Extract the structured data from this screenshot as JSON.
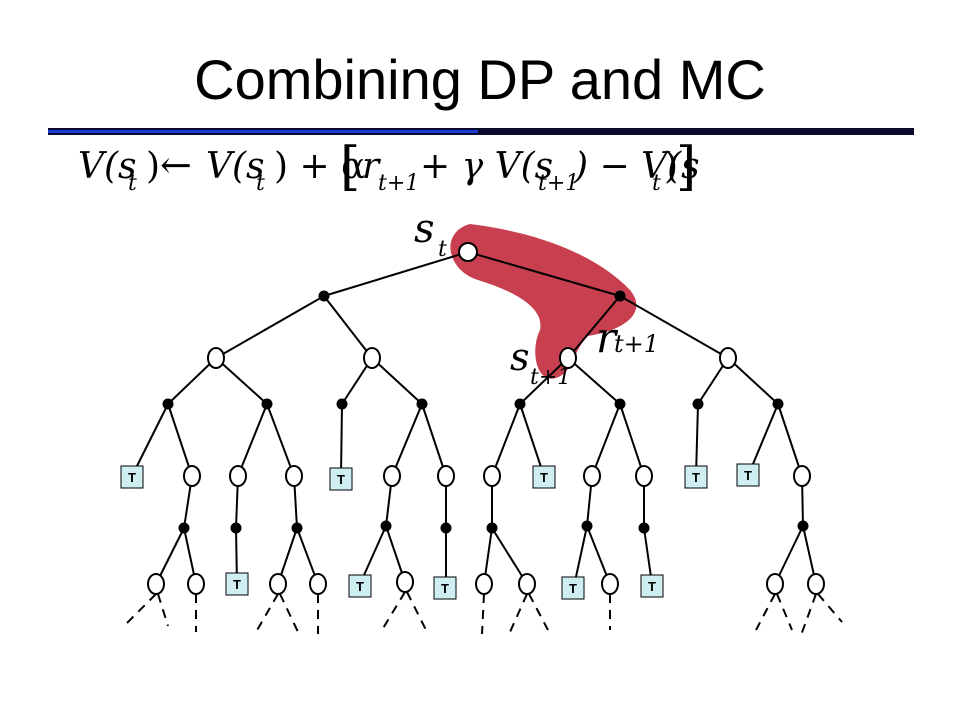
{
  "slide": {
    "title": "Combining DP and MC"
  },
  "formula": {
    "lhs": "V(s",
    "lhs_sub": "t",
    "lhs_close": ")",
    "arrow": "←",
    "rhs1": "V(s",
    "rhs1_sub": "t",
    "rhs1_close": ") + α",
    "open_bracket": "[",
    "r": "r",
    "r_sub": "t+1",
    "plus_gamma": "+ γ V(s",
    "s_sub": "t+1",
    "minus": ") − V(s",
    "last_sub": "t",
    "last_close": ")",
    "close_bracket": "]"
  },
  "labels": {
    "root_s": "s",
    "root_sub": "t",
    "reward_r": "r",
    "reward_sub": "t+1",
    "next_s": "s",
    "next_sub": "t+1",
    "terminal": "T"
  },
  "colors": {
    "rule_dark": "#0b0b2e",
    "rule_blue": "#1f3bd6",
    "highlight": "#c8404f",
    "terminal_fill": "#cfeef2"
  }
}
